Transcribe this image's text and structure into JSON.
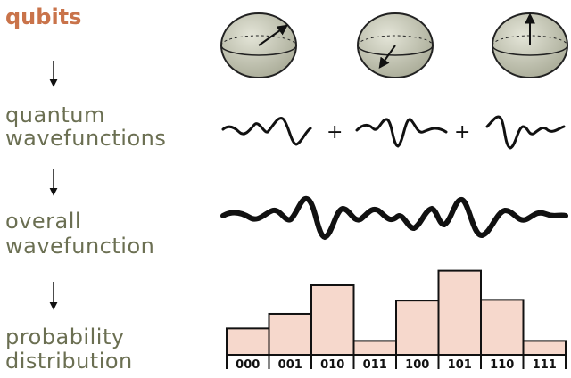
{
  "labels": {
    "qubits": "qubits",
    "quantum_line1": "quantum",
    "quantum_line2": "wavefunctions",
    "overall_line1": "overall",
    "overall_line2": "wavefunction",
    "prob_line1": "probability",
    "prob_line2": "distribution"
  },
  "plus_sign": "+",
  "colors": {
    "accent": "#c9734a",
    "label": "#6b6f52",
    "sphere_fill": "#c7c9b7",
    "bar_fill": "#f6d8cc"
  },
  "qubit_states": [
    {
      "arrow_direction": "up-right"
    },
    {
      "arrow_direction": "down-left"
    },
    {
      "arrow_direction": "up"
    }
  ],
  "chart_data": {
    "type": "bar",
    "categories": [
      "000",
      "001",
      "010",
      "011",
      "100",
      "101",
      "110",
      "111"
    ],
    "values": [
      0.38,
      0.59,
      1.0,
      0.2,
      0.78,
      1.21,
      0.79,
      0.2
    ],
    "grid": false,
    "legend": "none"
  }
}
